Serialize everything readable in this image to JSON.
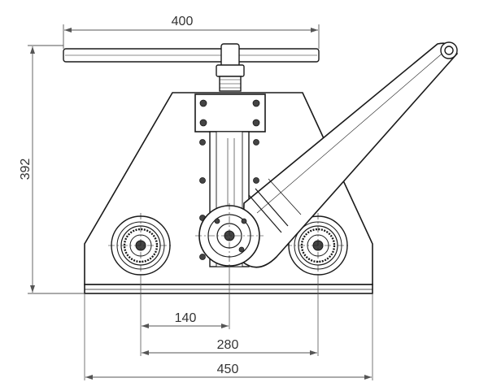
{
  "colors": {
    "line": "#1a1a1a",
    "dimension": "#555555",
    "background": "#ffffff",
    "fill_dark": "#444444"
  },
  "dimensions": {
    "top_width": "400",
    "height": "392",
    "roller_offset": "140",
    "roller_spacing": "280",
    "base_width": "450"
  }
}
